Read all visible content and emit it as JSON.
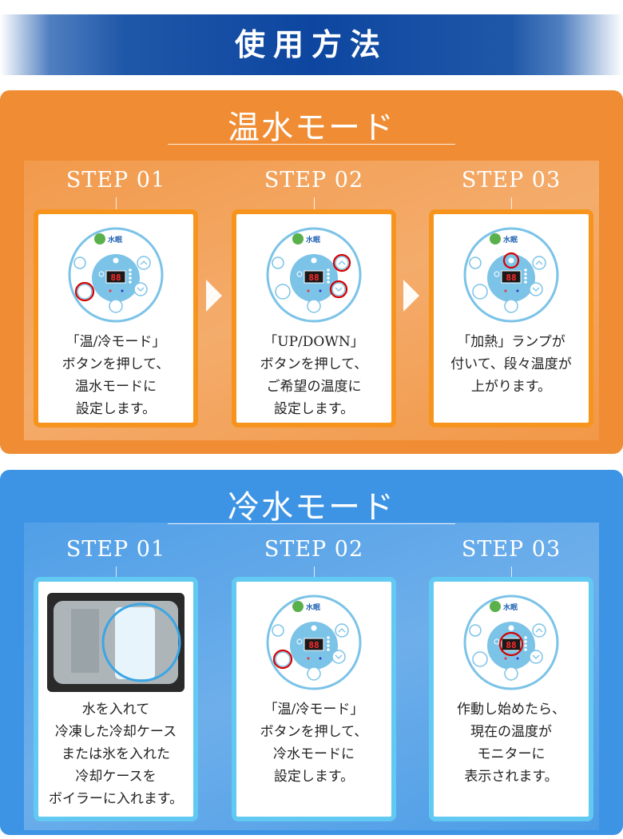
{
  "header": {
    "title": "使用方法"
  },
  "colors": {
    "hot": "#f08c33",
    "hot_border": "#f7941d",
    "cold": "#3d94e4",
    "cold_border": "#62c9f3",
    "highlight": "#d40000"
  },
  "hot": {
    "title": "温水モード",
    "steps": [
      {
        "label": "STEP 01",
        "image": "control-panel",
        "highlight": [
          "mode-button"
        ],
        "lines": [
          "「温/冷モード」",
          "ボタンを押して、",
          "温水モードに",
          "設定します。"
        ]
      },
      {
        "label": "STEP 02",
        "image": "control-panel",
        "highlight": [
          "up-button",
          "down-button"
        ],
        "lines": [
          "「UP/DOWN」",
          "ボタンを押して、",
          "ご希望の温度に",
          "設定します。"
        ]
      },
      {
        "label": "STEP 03",
        "image": "control-panel",
        "highlight": [
          "heating-lamp"
        ],
        "lines": [
          "「加熱」ランプが",
          "付いて、段々温度が",
          "上がります。"
        ]
      }
    ]
  },
  "cold": {
    "title": "冷水モード",
    "steps": [
      {
        "label": "STEP 01",
        "image": "boiler-photo",
        "highlight": [],
        "lines": [
          "水を入れて",
          "冷凍した冷却ケース",
          "または氷を入れた",
          "冷却ケースを",
          "ボイラーに入れます。"
        ]
      },
      {
        "label": "STEP 02",
        "image": "control-panel",
        "highlight": [
          "mode-button"
        ],
        "lines": [
          "「温/冷モード」",
          "ボタンを押して、",
          "冷水モードに",
          "設定します。"
        ]
      },
      {
        "label": "STEP 03",
        "image": "control-panel",
        "highlight": [
          "display"
        ],
        "lines": [
          "作動し始めたら、",
          "現在の温度が",
          "モニターに",
          "表示されます。"
        ]
      }
    ]
  },
  "panel": {
    "logo": "水眠",
    "display": "88"
  }
}
